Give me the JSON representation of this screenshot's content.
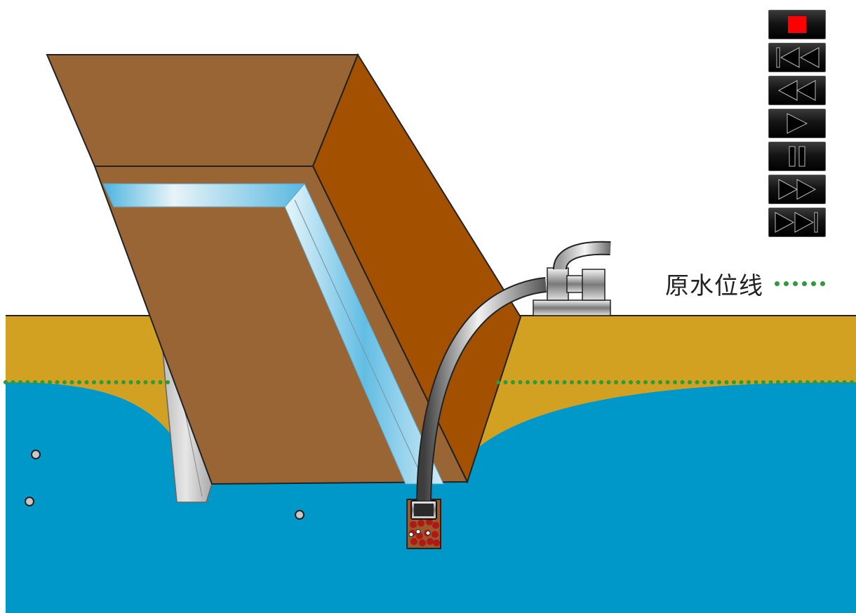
{
  "legend": {
    "label": "原水位线",
    "color": "#2e9a3a"
  },
  "controls": [
    {
      "name": "stop-button",
      "icon": "stop-icon"
    },
    {
      "name": "first-button",
      "icon": "skip-to-start-icon"
    },
    {
      "name": "rewind-button",
      "icon": "rewind-icon"
    },
    {
      "name": "play-button",
      "icon": "play-icon"
    },
    {
      "name": "pause-button",
      "icon": "pause-icon"
    },
    {
      "name": "fast-forward-button",
      "icon": "fast-forward-icon"
    },
    {
      "name": "last-button",
      "icon": "skip-to-end-icon"
    }
  ],
  "colors": {
    "groundwater": "#0098c8",
    "soil": "#d3a121",
    "excavation_top": "#9a6535",
    "excavation_right_wall": "#a35100",
    "drainage_channel": "#8fd0ea",
    "stop_red": "#ff0000"
  }
}
